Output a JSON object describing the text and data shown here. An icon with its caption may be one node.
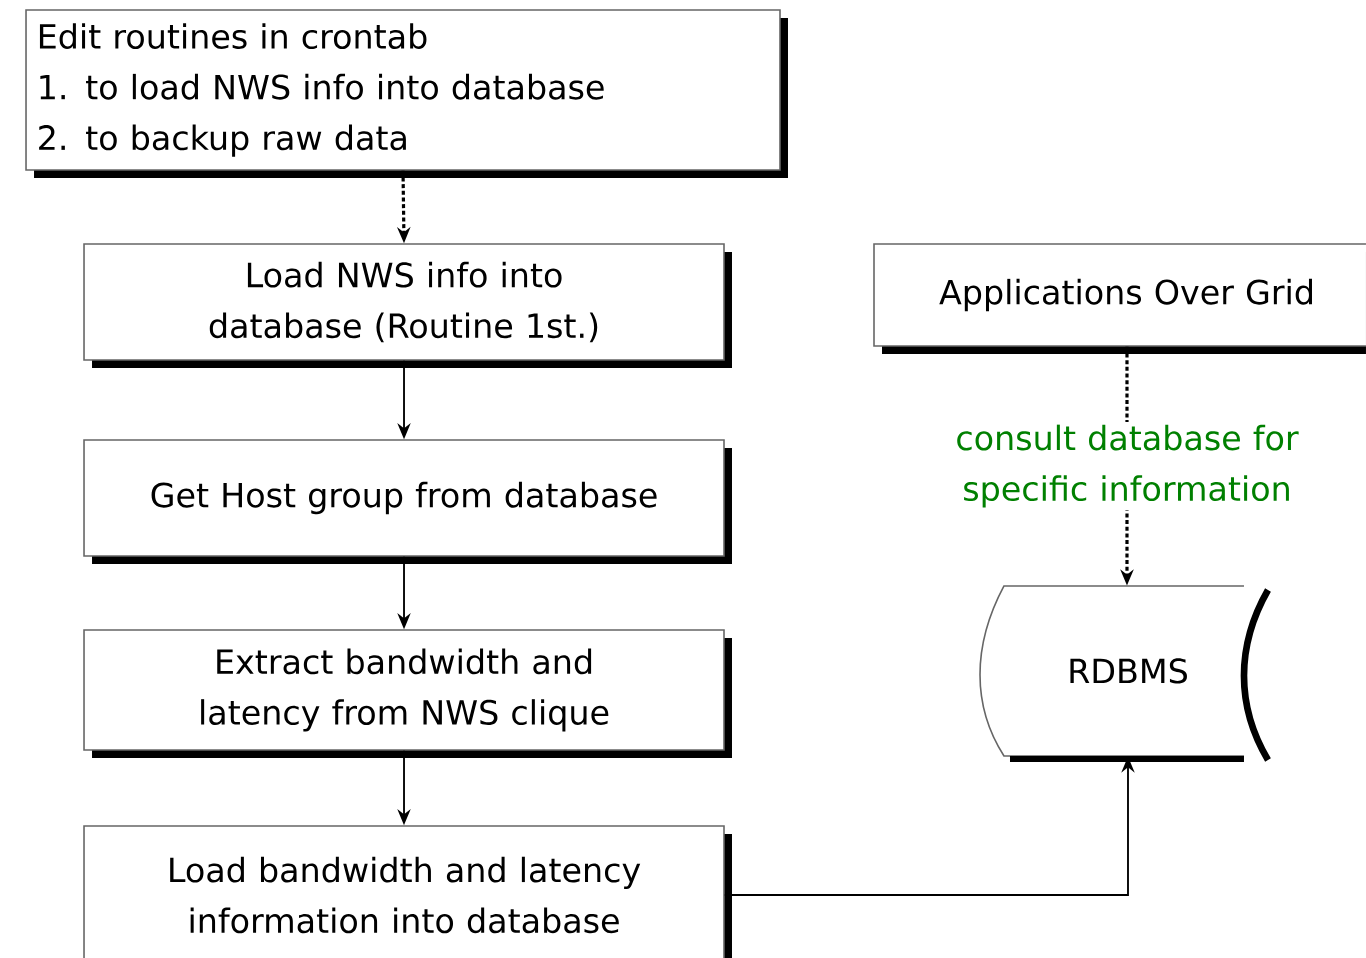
{
  "diagram": {
    "nodes": [
      {
        "text": [
          "Edit routines in crontab",
          "1. to load NWS info into database",
          "2. to backup raw data"
        ]
      },
      {
        "text": [
          "Load NWS info into database (Routine 1st.)"
        ]
      },
      {
        "text": [
          "Get Host group from database"
        ]
      },
      {
        "text": [
          "Extract bandwidth and latency from NWS clique"
        ]
      },
      {
        "text": [
          "Load bandwidth and latency information into database"
        ]
      },
      {
        "text": [
          "Applications Over Grid"
        ]
      },
      {
        "text": [
          "RDBMS"
        ]
      }
    ],
    "edges": [
      {
        "from": 0,
        "to": 1,
        "arrow": "to",
        "style": "dashed"
      },
      {
        "from": 1,
        "to": 2,
        "arrow": "to"
      },
      {
        "from": 2,
        "to": 3,
        "arrow": "to"
      },
      {
        "from": 3,
        "to": 4,
        "arrow": "to"
      },
      {
        "from": 4,
        "to": 6,
        "arrow": "to"
      },
      {
        "from": 5,
        "to": 6,
        "arrow": "to",
        "style": "dashed",
        "label": "consult database for specific information"
      }
    ]
  }
}
